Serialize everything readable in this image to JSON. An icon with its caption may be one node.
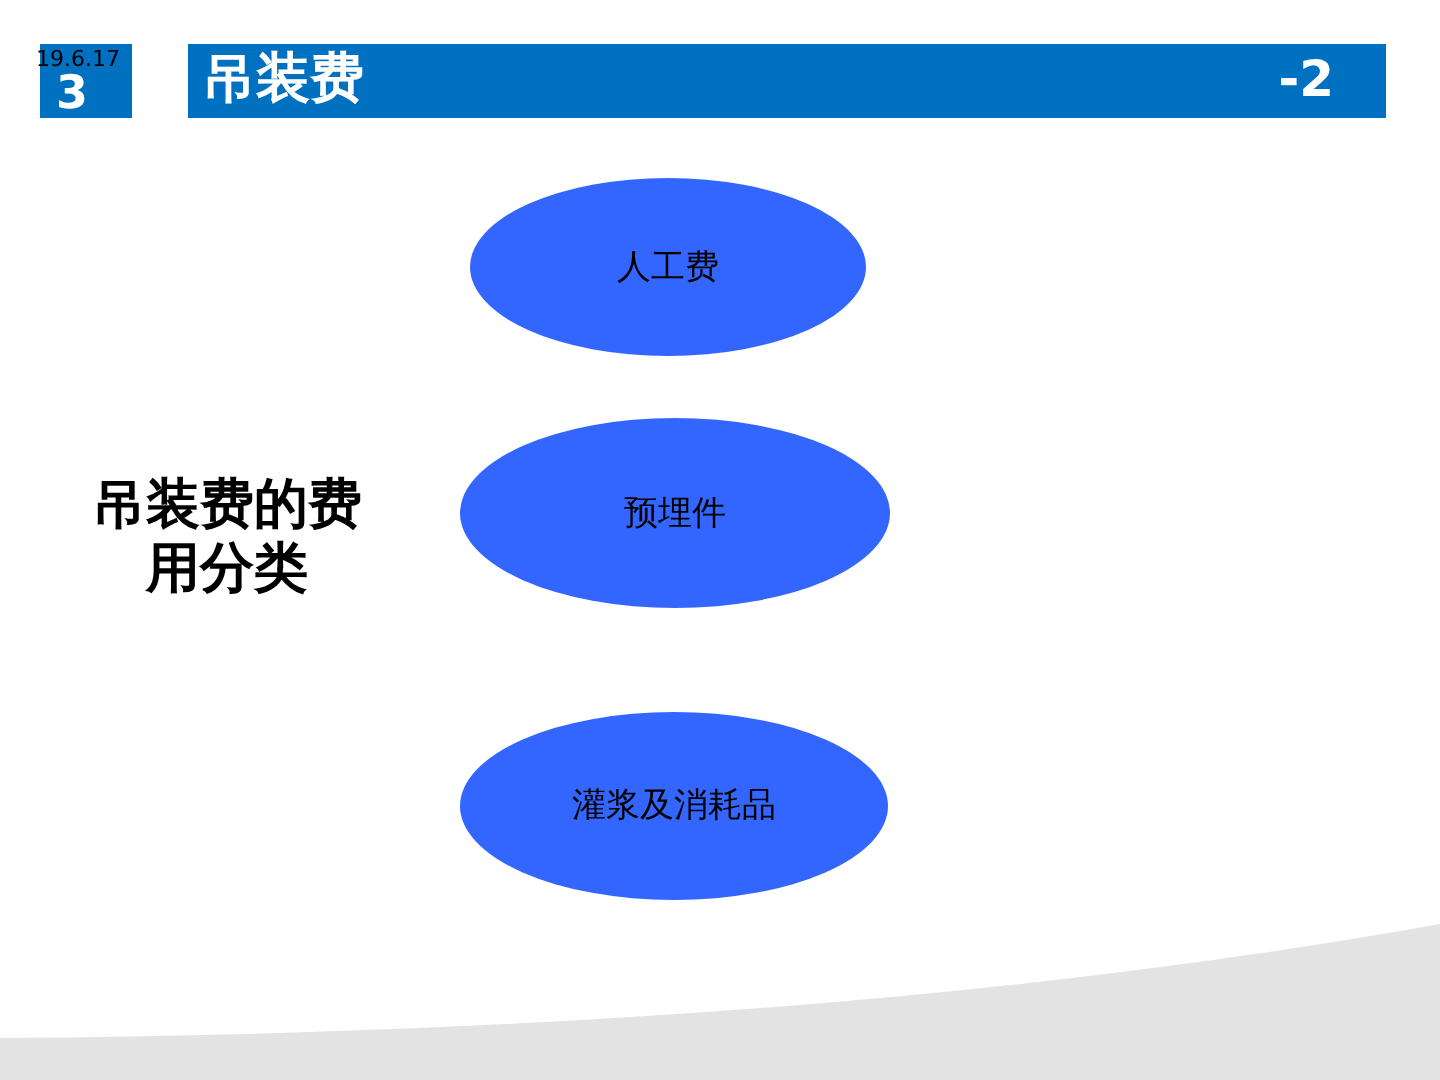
{
  "diagram": {
    "nodes": [
      {
        "text": [
          "3"
        ]
      },
      {
        "text": [
          "吊装费",
          "-2"
        ]
      },
      {
        "text": [
          "人工费"
        ]
      },
      {
        "text": [
          "预埋件"
        ]
      },
      {
        "text": [
          "灌浆及消耗品"
        ]
      }
    ],
    "labels": [
      "19.6.17",
      "吊装费的费用分类"
    ]
  }
}
